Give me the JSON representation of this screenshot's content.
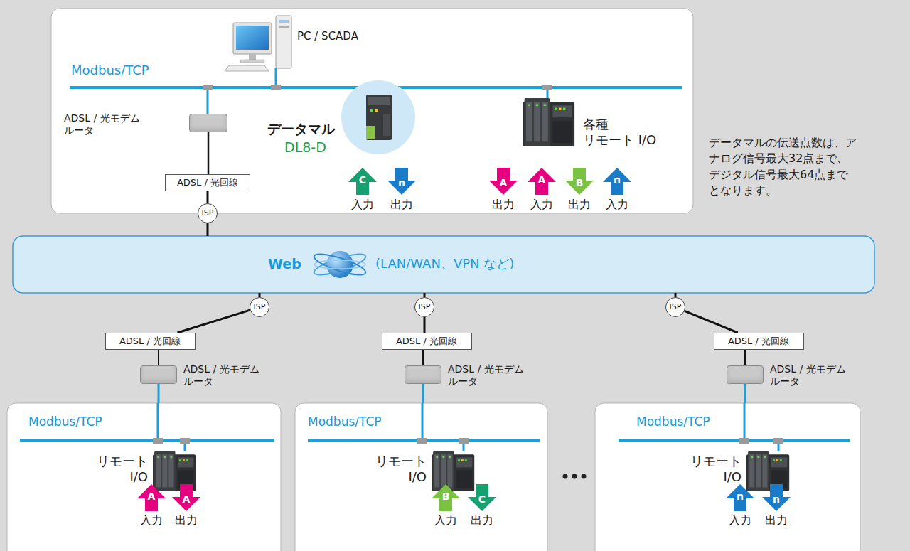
{
  "diagram": {
    "nodes": [
      {
        "text": [
          "Modbus/TCP"
        ]
      },
      {
        "text": [
          "PC / SCADA"
        ],
        "in": 0
      },
      {
        "text": [
          "ADSL / 光モデム ルータ"
        ],
        "in": 0
      },
      {
        "text": [
          "ADSL / 光回線"
        ],
        "in": 0
      },
      {
        "text": [
          "データマル",
          "DL8-D"
        ],
        "in": 0
      },
      {
        "text": [
          "各種 リモート I/O"
        ],
        "in": 0
      },
      {
        "text": [
          "ISP"
        ]
      },
      {
        "text": [
          "Web",
          "(LAN/WAN、VPN など)"
        ]
      },
      {
        "text": [
          "ISP"
        ]
      },
      {
        "text": [
          "ISP"
        ]
      },
      {
        "text": [
          "ISP"
        ]
      },
      {
        "text": [
          "ADSL / 光回線"
        ]
      },
      {
        "text": [
          "ADSL / 光回線"
        ]
      },
      {
        "text": [
          "ADSL / 光回線"
        ]
      },
      {
        "text": [
          "ADSL / 光モデム ルータ"
        ]
      },
      {
        "text": [
          "ADSL / 光モデム ルータ"
        ]
      },
      {
        "text": [
          "ADSL / 光モデム ルータ"
        ]
      },
      {
        "text": [
          "Modbus/TCP"
        ]
      },
      {
        "text": [
          "リモート I/O"
        ],
        "in": 17
      },
      {
        "text": [
          "Modbus/TCP"
        ]
      },
      {
        "text": [
          "リモート I/O"
        ],
        "in": 19
      },
      {
        "text": [
          "Modbus/TCP"
        ]
      },
      {
        "text": [
          "リモート I/O"
        ],
        "in": 21
      }
    ],
    "edges": [
      {
        "from": 2,
        "to": 3,
        "arrow": "none"
      },
      {
        "from": 3,
        "to": 6,
        "arrow": "none"
      },
      {
        "from": 6,
        "to": 7,
        "arrow": "none"
      },
      {
        "from": 7,
        "to": 8,
        "arrow": "none"
      },
      {
        "from": 7,
        "to": 9,
        "arrow": "none"
      },
      {
        "from": 7,
        "to": 10,
        "arrow": "none"
      },
      {
        "from": 8,
        "to": 11,
        "arrow": "none"
      },
      {
        "from": 9,
        "to": 12,
        "arrow": "none"
      },
      {
        "from": 10,
        "to": 13,
        "arrow": "none"
      },
      {
        "from": 11,
        "to": 14,
        "arrow": "none"
      },
      {
        "from": 12,
        "to": 15,
        "arrow": "none"
      },
      {
        "from": 13,
        "to": 16,
        "arrow": "none"
      },
      {
        "from": 14,
        "to": 17,
        "arrow": "none"
      },
      {
        "from": 15,
        "to": 19,
        "arrow": "none"
      },
      {
        "from": 16,
        "to": 21,
        "arrow": "none"
      }
    ],
    "labels": [
      "C",
      "n",
      "入力",
      "出力",
      "A",
      "A",
      "B",
      "n",
      "出力",
      "入力",
      "出力",
      "入力",
      "データマルの伝送点数は、アナログ信号最大32点まで、デジタル信号最大64点までとなります。",
      "A",
      "A",
      "入力",
      "出力",
      "B",
      "C",
      "入力",
      "出力",
      "n",
      "n",
      "入力",
      "出力"
    ]
  }
}
